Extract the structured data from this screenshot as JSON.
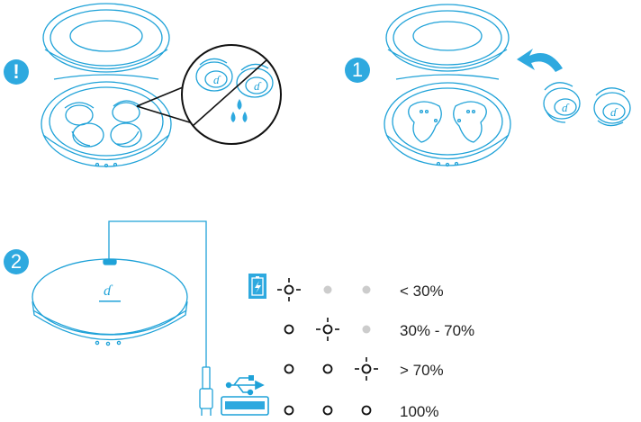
{
  "colors": {
    "accent": "#2ea9df",
    "stroke": "#1fa2d8",
    "line_dark": "#111111",
    "led_off": "#cccccc",
    "text": "#222222"
  },
  "icons": {
    "warning": "exclamation-icon",
    "step1": "step-1-icon",
    "step2": "step-2-icon",
    "battery": "battery-charging-icon",
    "usb": "usb-icon"
  },
  "steps": {
    "warning_mark": "!",
    "step1_num": "1",
    "step2_num": "2"
  },
  "battery_levels": [
    {
      "label": "< 30%",
      "leds": [
        "blink",
        "off",
        "off"
      ]
    },
    {
      "label": "30% - 70%",
      "leds": [
        "on",
        "blink",
        "off"
      ]
    },
    {
      "label": "> 70%",
      "leds": [
        "on",
        "on",
        "blink"
      ]
    },
    {
      "label": "100%",
      "leds": [
        "on",
        "on",
        "on"
      ]
    }
  ]
}
